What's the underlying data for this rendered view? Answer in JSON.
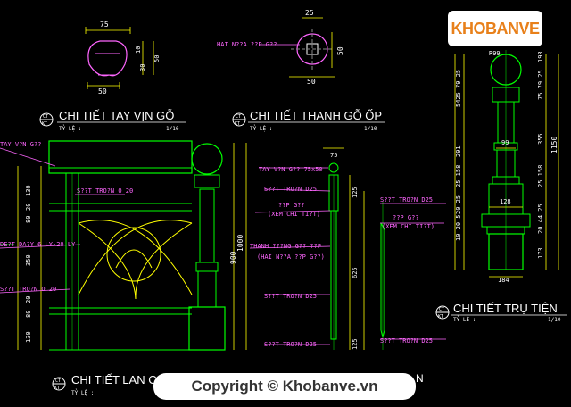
{
  "titles": {
    "handrail": "CHI TIẾT TAY VỊN GỖ",
    "rail": "CHI TIẾT THANH GỖ ỐP",
    "newel": "CHI TIẾT TRỤ TIỆN",
    "railing": "CHI TIẾT LAN C",
    "partial": "N"
  },
  "markers": {
    "top": "CT",
    "bottom": "KT"
  },
  "scale": {
    "label": "TỶ LỆ :",
    "value": "1/10"
  },
  "handrail": {
    "dim_top": "75",
    "dim_bottom": "50",
    "dim_side_a": "10",
    "dim_side_b": "30",
    "dim_side_c": "50"
  },
  "rail": {
    "dim_top": "25",
    "dim_bottom": "50",
    "dim_side": "50",
    "note": "HAI N??A ??P G??"
  },
  "railing": {
    "note_handrail": "TAY V?N G??",
    "note_post": "S??T TRO?N O 20",
    "note_panel": "DE?T DA?Y 6 LY-20 LY",
    "note_post_b": "S??T TRO?N O 20",
    "dims": [
      "130",
      "20",
      "80",
      "350",
      "20",
      "80",
      "130"
    ],
    "dim_total": "1000",
    "dim_height": "900"
  },
  "baluster": {
    "dim_top": "75",
    "note_handrail": "TAY V?N G?? 75x50",
    "note_steel_a": "S??T TRO?N D25",
    "note_cladding": "??P G??",
    "note_see": "(XEM CHI TI?T)",
    "note_bar": "THANH ???NG G?? ??P",
    "note_rail": "(HAI N??A ??P G??)",
    "note_steel_b": "S??T TRO?N D25",
    "note_steel_c": "S??T TRO?N D25",
    "dims": [
      "125",
      "625",
      "125"
    ],
    "note_steel_d": "S??T TRO?N D25",
    "note_cladding_b": "??P G??",
    "note_see_b": "(XEM CHI TI?T)",
    "note_steel_e": "S??T TRO?N D25"
  },
  "newel": {
    "dim_radius": "R99",
    "dim_mid": "99",
    "dim_base": "128",
    "dim_foot": "184",
    "dims_left": [
      "5425 79 25",
      "291",
      "25 158",
      "20 25",
      "10 20 5"
    ],
    "dims_right": [
      "193",
      "75 79 25",
      "355",
      "25 158",
      "20 44 25",
      "173"
    ],
    "dim_total": "1150"
  },
  "watermark": {
    "logo": "KHOBANVE",
    "copyright": "Copyright © Khobanve.vn"
  }
}
